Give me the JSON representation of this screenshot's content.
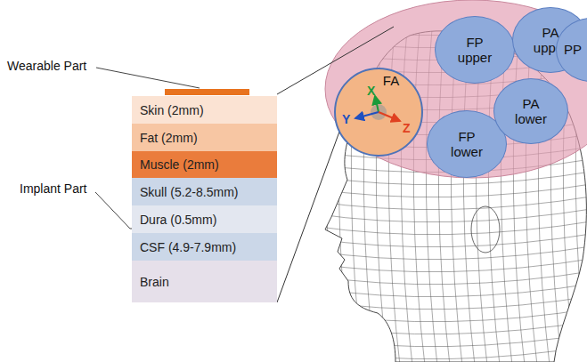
{
  "diagram": {
    "nodes": [
      {
        "text": [
          "Skin (2mm)"
        ]
      },
      {
        "text": [
          "Fat (2mm)"
        ]
      },
      {
        "text": [
          "Muscle (2mm)"
        ]
      },
      {
        "text": [
          "Skull (5.2-8.5mm)"
        ]
      },
      {
        "text": [
          "Dura (0.5mm)"
        ]
      },
      {
        "text": [
          "CSF (4.9-7.9mm)"
        ]
      },
      {
        "text": [
          "Brain"
        ]
      },
      {
        "text": [
          "FA"
        ]
      },
      {
        "text": [
          "FP upper"
        ]
      },
      {
        "text": [
          "PA upper"
        ]
      },
      {
        "text": [
          "PP"
        ]
      },
      {
        "text": [
          "FP lower"
        ]
      },
      {
        "text": [
          "PA lower"
        ]
      }
    ],
    "labels": [
      "Wearable Part",
      "Implant Part",
      "X",
      "Y",
      "Z"
    ]
  }
}
